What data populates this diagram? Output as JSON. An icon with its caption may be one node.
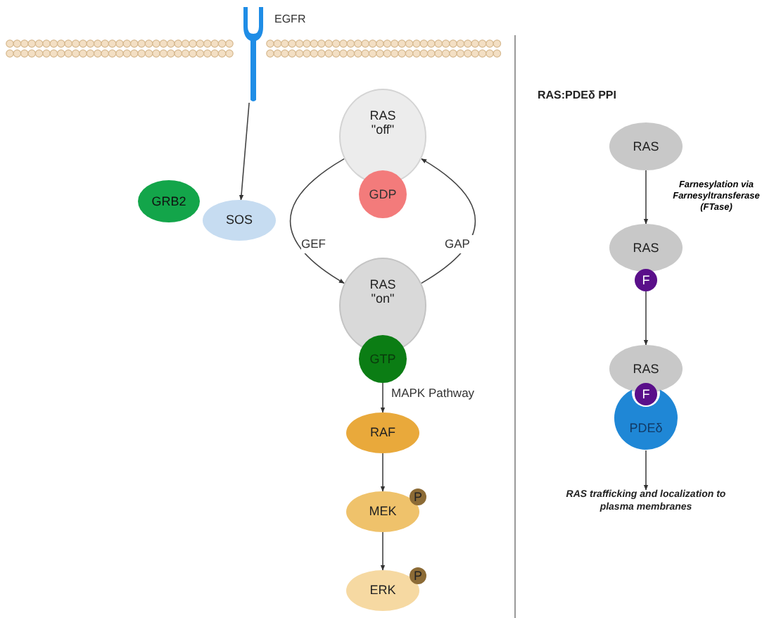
{
  "diagram": {
    "nodes": [
      {
        "text": [
          "EGFR"
        ]
      },
      {
        "text": [
          "GRB2"
        ]
      },
      {
        "text": [
          "SOS"
        ]
      },
      {
        "text": [
          "RAS \"off\""
        ]
      },
      {
        "text": [
          "GDP"
        ]
      },
      {
        "text": [
          "RAS \"on\""
        ]
      },
      {
        "text": [
          "GTP"
        ]
      },
      {
        "text": [
          "RAF"
        ]
      },
      {
        "text": [
          "MEK"
        ]
      },
      {
        "text": [
          "P"
        ]
      },
      {
        "text": [
          "ERK"
        ]
      },
      {
        "text": [
          "P"
        ]
      },
      {
        "text": [
          "RAS"
        ]
      },
      {
        "text": [
          "RAS"
        ]
      },
      {
        "text": [
          "F"
        ]
      },
      {
        "text": [
          "RAS"
        ]
      },
      {
        "text": [
          "F"
        ]
      },
      {
        "text": [
          "PDEδ"
        ]
      },
      {
        "text": [
          "RAS trafficking and localization to plasma membranes"
        ]
      }
    ],
    "edges": [
      {
        "from": 0,
        "to": 2,
        "arrow": "to"
      },
      {
        "from": 3,
        "to": 5,
        "arrow": "to",
        "label": "GEF"
      },
      {
        "from": 5,
        "to": 3,
        "arrow": "to",
        "label": "GAP"
      },
      {
        "from": 6,
        "to": 7,
        "arrow": "to",
        "label": "MAPK Pathway"
      },
      {
        "from": 7,
        "to": 8,
        "arrow": "to"
      },
      {
        "from": 8,
        "to": 10,
        "arrow": "to"
      },
      {
        "from": 12,
        "to": 13,
        "arrow": "to",
        "label": "Farnesylation via Farnesyltransferase (FTase)"
      },
      {
        "from": 14,
        "to": 15,
        "arrow": "to"
      },
      {
        "from": 17,
        "to": 18,
        "arrow": "to"
      }
    ],
    "labels": [
      "RAS:PDEδ PPI"
    ]
  }
}
